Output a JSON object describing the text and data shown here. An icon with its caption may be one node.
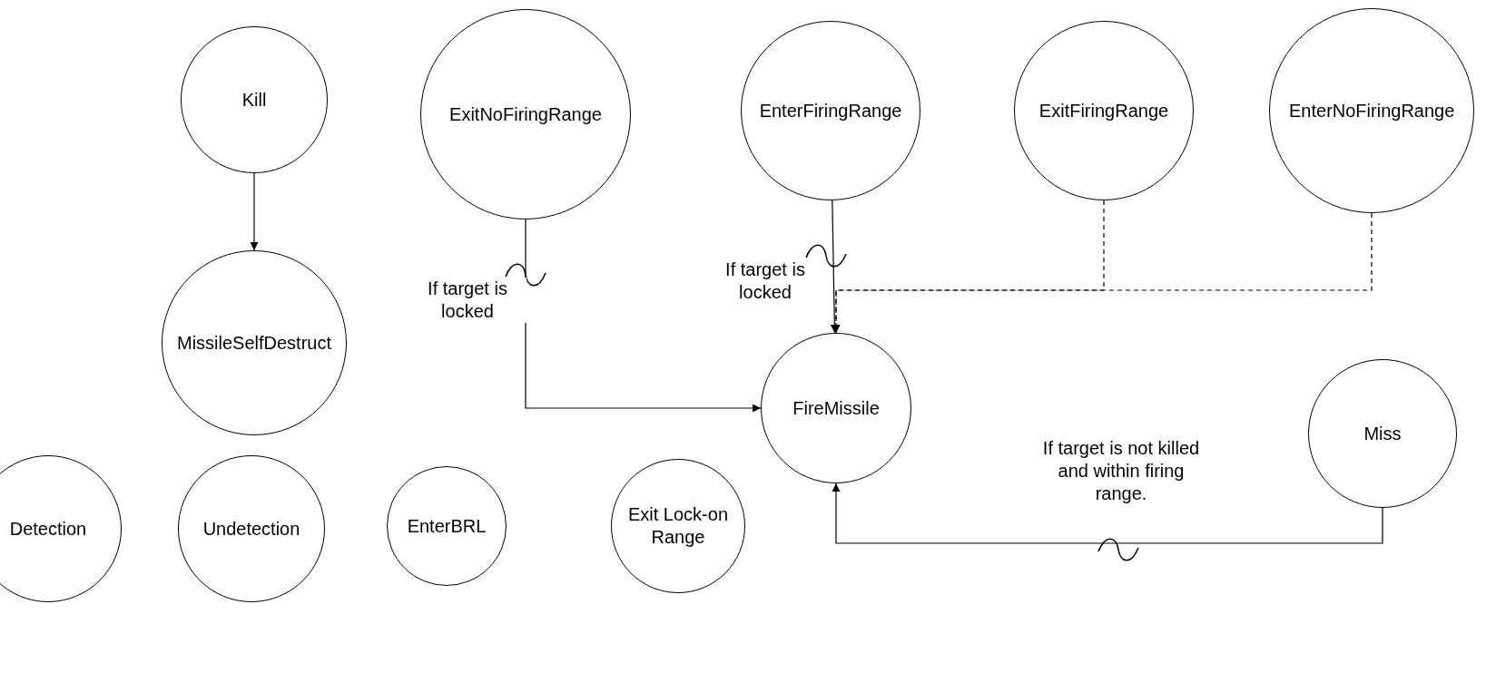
{
  "diagram": {
    "nodes": [
      {
        "text": [
          "Kill"
        ]
      },
      {
        "text": [
          "MissileSelfDestruct"
        ]
      },
      {
        "text": [
          "ExitNoFiringRange"
        ]
      },
      {
        "text": [
          "EnterFiringRange"
        ]
      },
      {
        "text": [
          "ExitFiringRange"
        ]
      },
      {
        "text": [
          "EnterNoFiringRange"
        ]
      },
      {
        "text": [
          "FireMissile"
        ]
      },
      {
        "text": [
          "Miss"
        ]
      },
      {
        "text": [
          "Detection"
        ]
      },
      {
        "text": [
          "Undetection"
        ]
      },
      {
        "text": [
          "EnterBRL"
        ]
      },
      {
        "text": [
          "Exit Lock-on Range"
        ]
      }
    ],
    "edges": [
      {
        "from": 0,
        "to": 1,
        "arrow": "to"
      },
      {
        "from": 2,
        "to": 6,
        "arrow": "to",
        "label": "If target is locked"
      },
      {
        "from": 3,
        "to": 6,
        "arrow": "to",
        "label": "If target is locked"
      },
      {
        "from": 4,
        "to": 6,
        "arrow": "to",
        "style": "dashed"
      },
      {
        "from": 5,
        "to": 6,
        "arrow": "to",
        "style": "dashed"
      },
      {
        "from": 7,
        "to": 6,
        "arrow": "to",
        "label": "If target is not killed and within firing range."
      }
    ]
  }
}
